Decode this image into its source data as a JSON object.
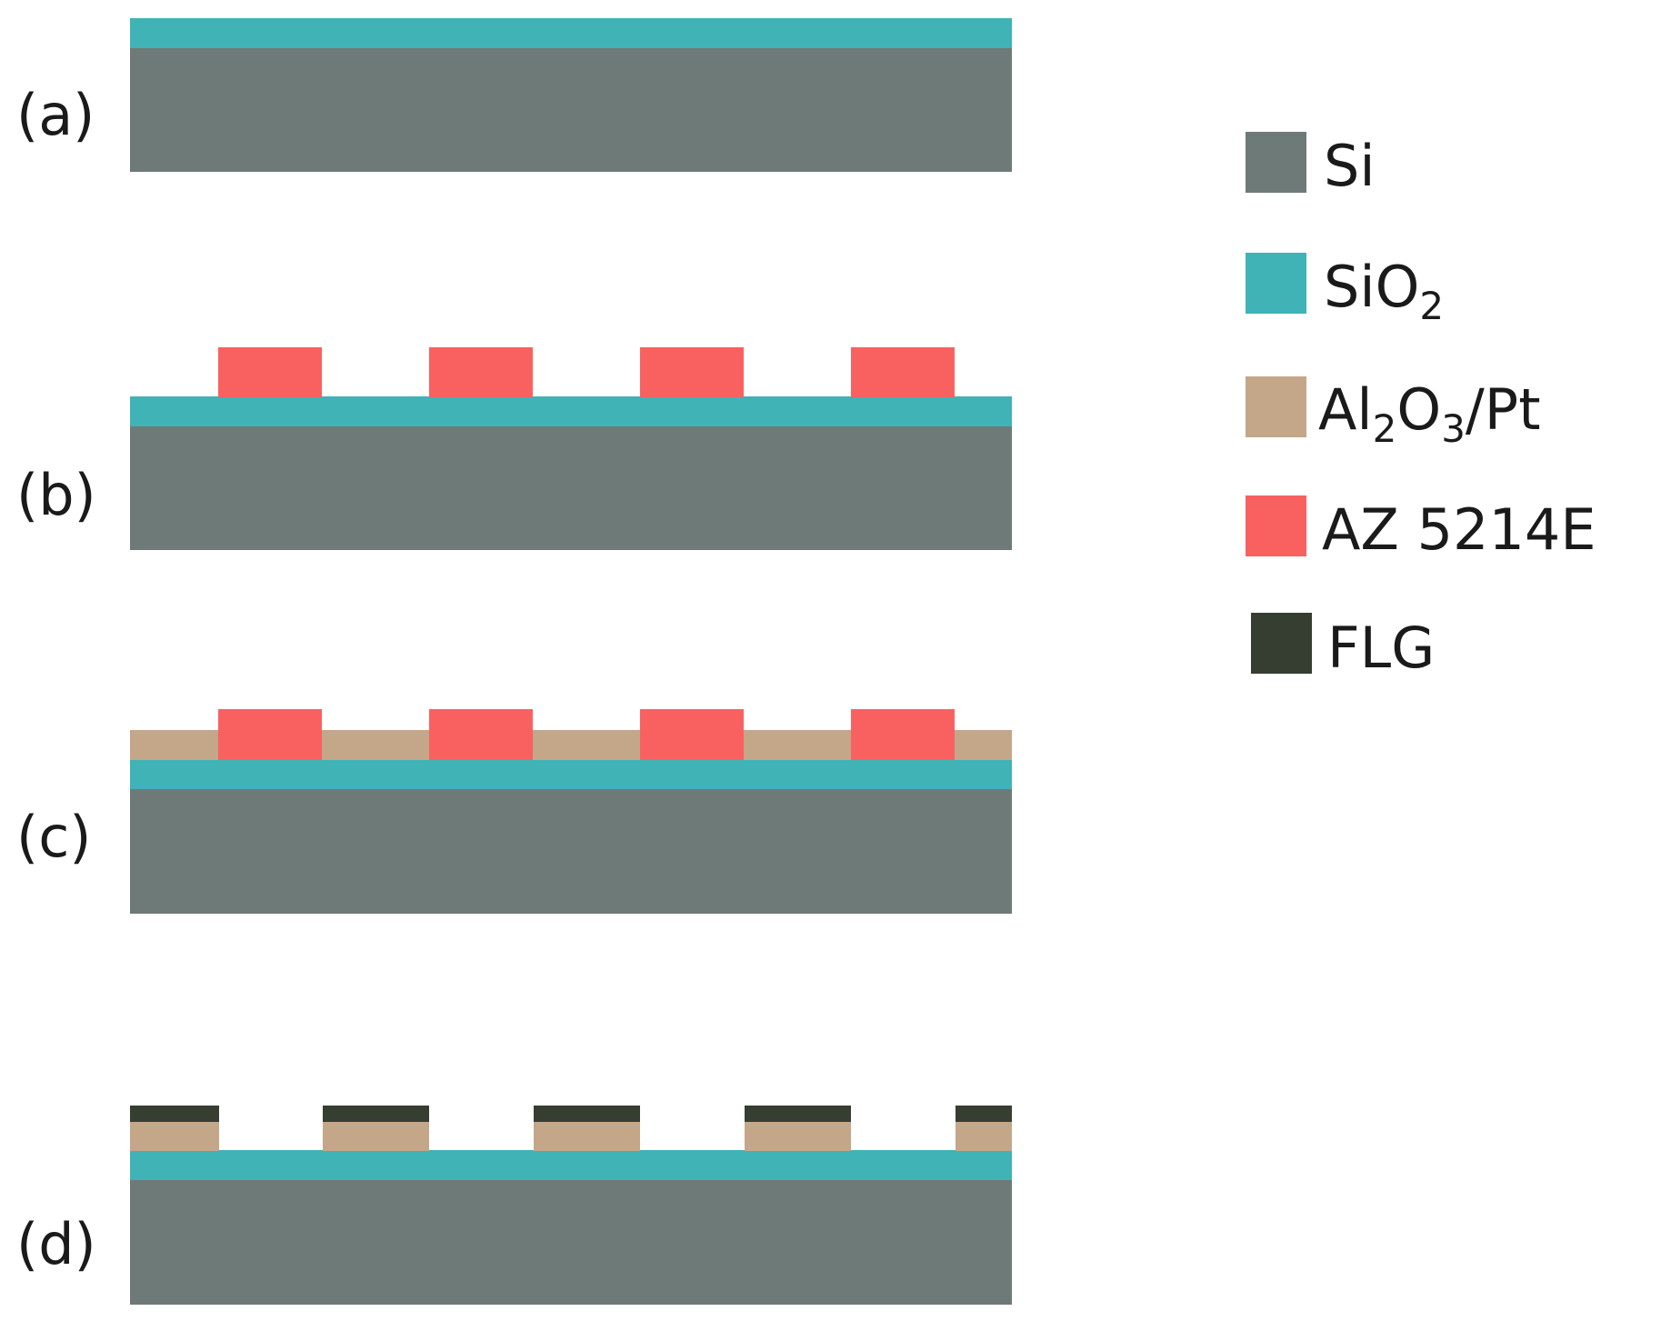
{
  "steps": [
    {
      "label": "(a)",
      "layers": [
        "Si",
        "SiO2"
      ]
    },
    {
      "label": "(b)",
      "layers": [
        "Si",
        "SiO2",
        "AZ 5214E"
      ]
    },
    {
      "label": "(c)",
      "layers": [
        "Si",
        "SiO2",
        "Al2O3/Pt",
        "AZ 5214E"
      ]
    },
    {
      "label": "(d)",
      "layers": [
        "Si",
        "SiO2",
        "Al2O3/Pt",
        "FLG"
      ]
    }
  ],
  "legend": [
    {
      "key": "si",
      "text": "Si",
      "color": "#6e7a77"
    },
    {
      "key": "sio2",
      "text": "SiO",
      "sub": "2",
      "color": "#3fb3b6"
    },
    {
      "key": "al2o3pt",
      "text": "Al",
      "sub": "2",
      "text2": "O",
      "sub2": "3",
      "text3": "/Pt",
      "color": "#c4a689"
    },
    {
      "key": "az",
      "text": "AZ 5214E",
      "color": "#f96161"
    },
    {
      "key": "flg",
      "text": "FLG",
      "color": "#363d31"
    }
  ]
}
